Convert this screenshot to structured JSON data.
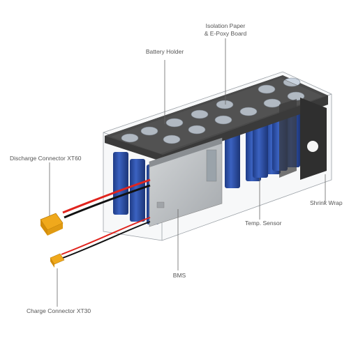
{
  "labels": {
    "isolation_paper_line1": "Isolation Paper",
    "isolation_paper_line2": "& E-Poxy Board",
    "battery_holder": "Battery Holder",
    "discharge_connector": "Discharge Connector XT60",
    "shrink_wrap": "Shrink Wrap",
    "temp_sensor": "Temp. Sensor",
    "bms": "BMS",
    "charge_connector": "Charge Connector XT30"
  },
  "colors": {
    "cell_blue": "#2c4fa5",
    "cell_cap": "#c9d3df",
    "holder": "#3a3a3a",
    "pcb": "#b9bcbf",
    "connector": "#f0a91c",
    "wire_red": "#e0231d",
    "wire_black": "#111111",
    "leader_line": "#666666"
  }
}
